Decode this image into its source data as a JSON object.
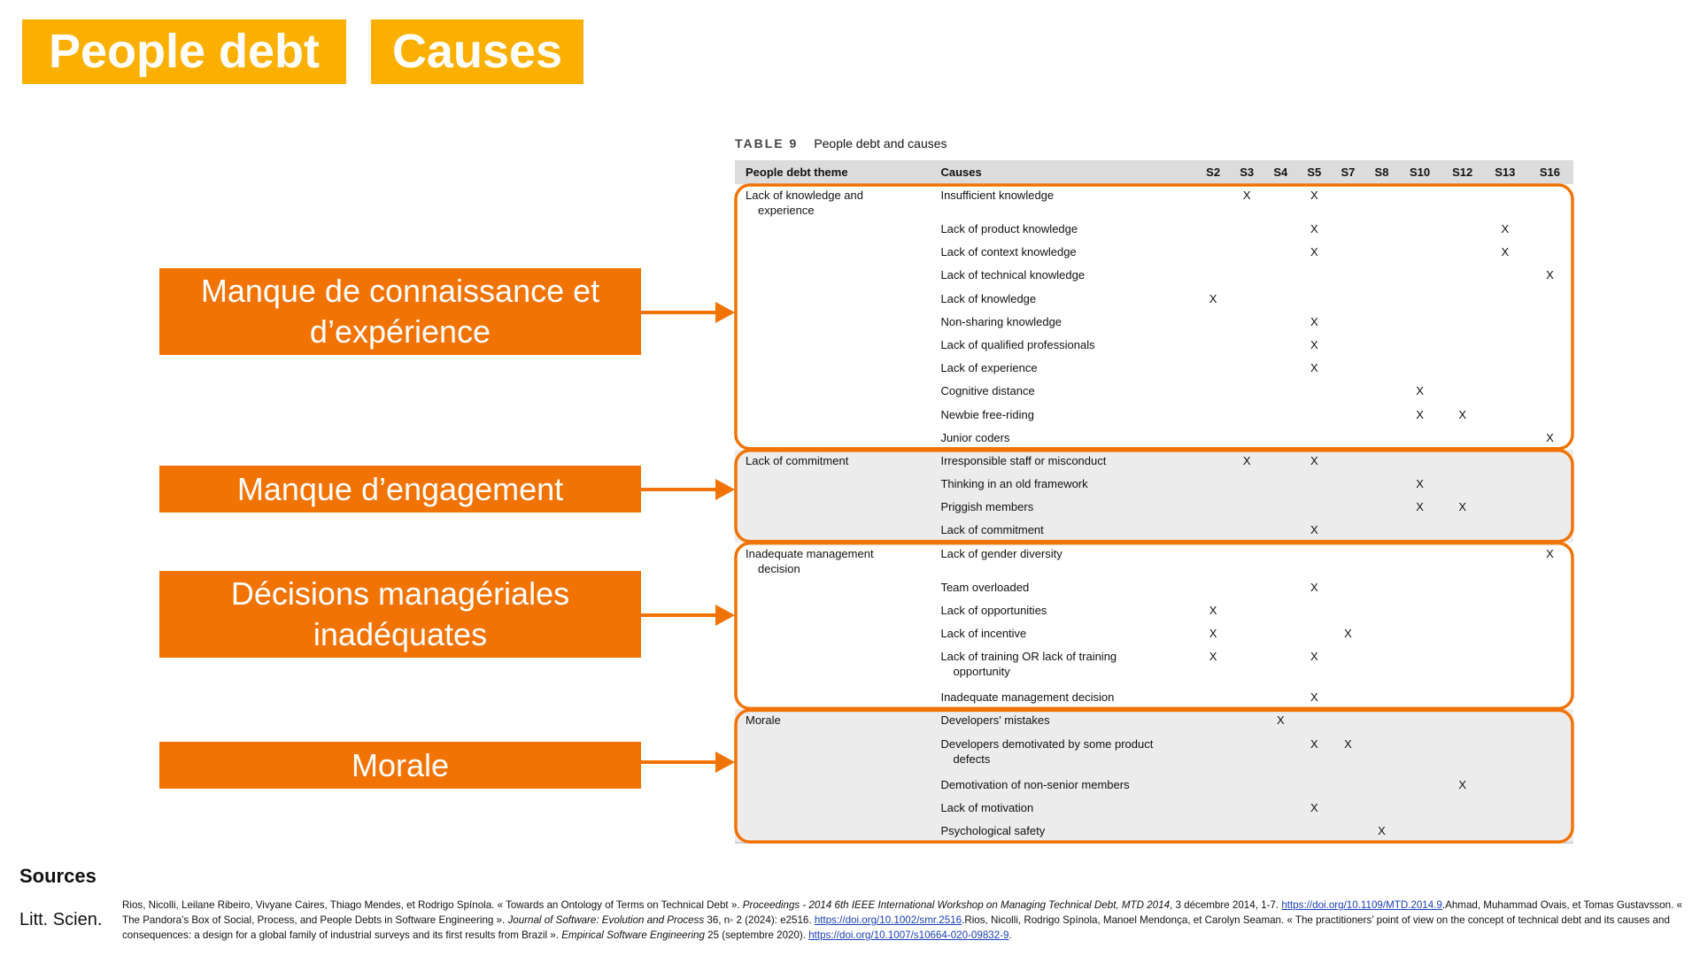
{
  "header": {
    "title_left": "People debt",
    "title_right": "Causes"
  },
  "labels": [
    {
      "text": "Manque de connaissance et d’expérience"
    },
    {
      "text": "Manque d’engagement"
    },
    {
      "text": "Décisions managériales inadéquates"
    },
    {
      "text": "Morale"
    }
  ],
  "colors": {
    "title_bg": "#FBB000",
    "label_bg": "#F07304",
    "outline": "#F07304",
    "link": "#1a3fb8"
  },
  "table": {
    "caption_number": "TABLE 9",
    "caption_text": "People debt and causes",
    "headers": {
      "theme": "People debt theme",
      "causes": "Causes",
      "studies": [
        "S2",
        "S3",
        "S4",
        "S5",
        "S7",
        "S8",
        "S10",
        "S12",
        "S13",
        "S16"
      ]
    },
    "groups": [
      {
        "theme_line1": "Lack of knowledge and",
        "theme_line2": "experience",
        "shaded": false,
        "rows": [
          {
            "cause": "Insufficient knowledge",
            "marks": [
              "",
              "X",
              "",
              "X",
              "",
              "",
              "",
              "",
              "",
              ""
            ]
          },
          {
            "cause": "Lack of product knowledge",
            "marks": [
              "",
              "",
              "",
              "X",
              "",
              "",
              "",
              "",
              "X",
              ""
            ]
          },
          {
            "cause": "Lack of context knowledge",
            "marks": [
              "",
              "",
              "",
              "X",
              "",
              "",
              "",
              "",
              "X",
              ""
            ]
          },
          {
            "cause": "Lack of technical knowledge",
            "marks": [
              "",
              "",
              "",
              "",
              "",
              "",
              "",
              "",
              "",
              "X"
            ]
          },
          {
            "cause": "Lack of knowledge",
            "marks": [
              "X",
              "",
              "",
              "",
              "",
              "",
              "",
              "",
              "",
              ""
            ]
          },
          {
            "cause": "Non-sharing knowledge",
            "marks": [
              "",
              "",
              "",
              "X",
              "",
              "",
              "",
              "",
              "",
              ""
            ]
          },
          {
            "cause": "Lack of qualified professionals",
            "marks": [
              "",
              "",
              "",
              "X",
              "",
              "",
              "",
              "",
              "",
              ""
            ]
          },
          {
            "cause": "Lack of experience",
            "marks": [
              "",
              "",
              "",
              "X",
              "",
              "",
              "",
              "",
              "",
              ""
            ]
          },
          {
            "cause": "Cognitive distance",
            "marks": [
              "",
              "",
              "",
              "",
              "",
              "",
              "X",
              "",
              "",
              ""
            ]
          },
          {
            "cause": "Newbie free-riding",
            "marks": [
              "",
              "",
              "",
              "",
              "",
              "",
              "X",
              "X",
              "",
              ""
            ]
          },
          {
            "cause": "Junior coders",
            "marks": [
              "",
              "",
              "",
              "",
              "",
              "",
              "",
              "",
              "",
              "X"
            ]
          }
        ]
      },
      {
        "theme_line1": "Lack of commitment",
        "theme_line2": "",
        "shaded": true,
        "rows": [
          {
            "cause": "Irresponsible staff or misconduct",
            "marks": [
              "",
              "X",
              "",
              "X",
              "",
              "",
              "",
              "",
              "",
              ""
            ]
          },
          {
            "cause": "Thinking in an old framework",
            "marks": [
              "",
              "",
              "",
              "",
              "",
              "",
              "X",
              "",
              "",
              ""
            ]
          },
          {
            "cause": "Priggish members",
            "marks": [
              "",
              "",
              "",
              "",
              "",
              "",
              "X",
              "X",
              "",
              ""
            ]
          },
          {
            "cause": "Lack of commitment",
            "marks": [
              "",
              "",
              "",
              "X",
              "",
              "",
              "",
              "",
              "",
              ""
            ]
          }
        ]
      },
      {
        "theme_line1": "Inadequate management",
        "theme_line2": "decision",
        "shaded": false,
        "rows": [
          {
            "cause": "Lack of gender diversity",
            "marks": [
              "",
              "",
              "",
              "",
              "",
              "",
              "",
              "",
              "",
              "X"
            ]
          },
          {
            "cause": "Team overloaded",
            "marks": [
              "",
              "",
              "",
              "X",
              "",
              "",
              "",
              "",
              "",
              ""
            ]
          },
          {
            "cause": "Lack of opportunities",
            "marks": [
              "X",
              "",
              "",
              "",
              "",
              "",
              "",
              "",
              "",
              ""
            ]
          },
          {
            "cause": "Lack of incentive",
            "marks": [
              "X",
              "",
              "",
              "",
              "X",
              "",
              "",
              "",
              "",
              ""
            ]
          },
          {
            "cause": "Lack of training OR lack of training",
            "cause2": "opportunity",
            "marks": [
              "X",
              "",
              "",
              "X",
              "",
              "",
              "",
              "",
              "",
              ""
            ]
          },
          {
            "cause": "Inadequate management decision",
            "marks": [
              "",
              "",
              "",
              "X",
              "",
              "",
              "",
              "",
              "",
              ""
            ]
          }
        ]
      },
      {
        "theme_line1": "Morale",
        "theme_line2": "",
        "shaded": true,
        "rows": [
          {
            "cause": "Developers' mistakes",
            "marks": [
              "",
              "",
              "X",
              "",
              "",
              "",
              "",
              "",
              "",
              ""
            ]
          },
          {
            "cause": "Developers demotivated by some product",
            "cause2": "defects",
            "marks": [
              "",
              "",
              "",
              "X",
              "X",
              "",
              "",
              "",
              "",
              ""
            ]
          },
          {
            "cause": "Demotivation of non-senior members",
            "marks": [
              "",
              "",
              "",
              "",
              "",
              "",
              "",
              "X",
              "",
              ""
            ]
          },
          {
            "cause": "Lack of motivation",
            "marks": [
              "",
              "",
              "",
              "X",
              "",
              "",
              "",
              "",
              "",
              ""
            ]
          },
          {
            "cause": "Psychological safety",
            "marks": [
              "",
              "",
              "",
              "",
              "",
              "X",
              "",
              "",
              "",
              ""
            ]
          }
        ]
      }
    ]
  },
  "sources": {
    "title": "Sources",
    "tag": "Litt. Scien.",
    "refs": [
      {
        "pre": "Rios, Nicolli, Leilane Ribeiro, Vivyane Caires, Thiago Mendes, et Rodrigo Spínola. « Towards an Ontology of Terms on Technical Debt ». ",
        "journal": "Proceedings - 2014 6th IEEE International Workshop on Managing Technical Debt, MTD 2014",
        "post": ", 3 décembre 2014, 1‑7. ",
        "link": "https://doi.org/10.1109/MTD.2014.9",
        "after": "."
      },
      {
        "pre": "Ahmad, Muhammad Ovais, et Tomas Gustavsson. « The Pandora’s Box of Social, Process, and People Debts in Software Engineering ». ",
        "journal": "Journal of Software: Evolution and Process",
        "post": " 36, n◦ 2 (2024): e2516. ",
        "link": "https://doi.org/10.1002/smr.2516",
        "after": "."
      },
      {
        "pre": "Rios, Nicolli, Rodrigo Spínola, Manoel Mendonça, et Carolyn Seaman. « The practitioners’ point of view on the concept of technical debt and its causes and consequences: a design for a global family of industrial surveys and its first results from Brazil ». ",
        "journal": "Empirical Software Engineering",
        "post": " 25 (septembre 2020). ",
        "link": "https://doi.org/10.1007/s10664-020-09832-9",
        "after": "."
      }
    ]
  }
}
